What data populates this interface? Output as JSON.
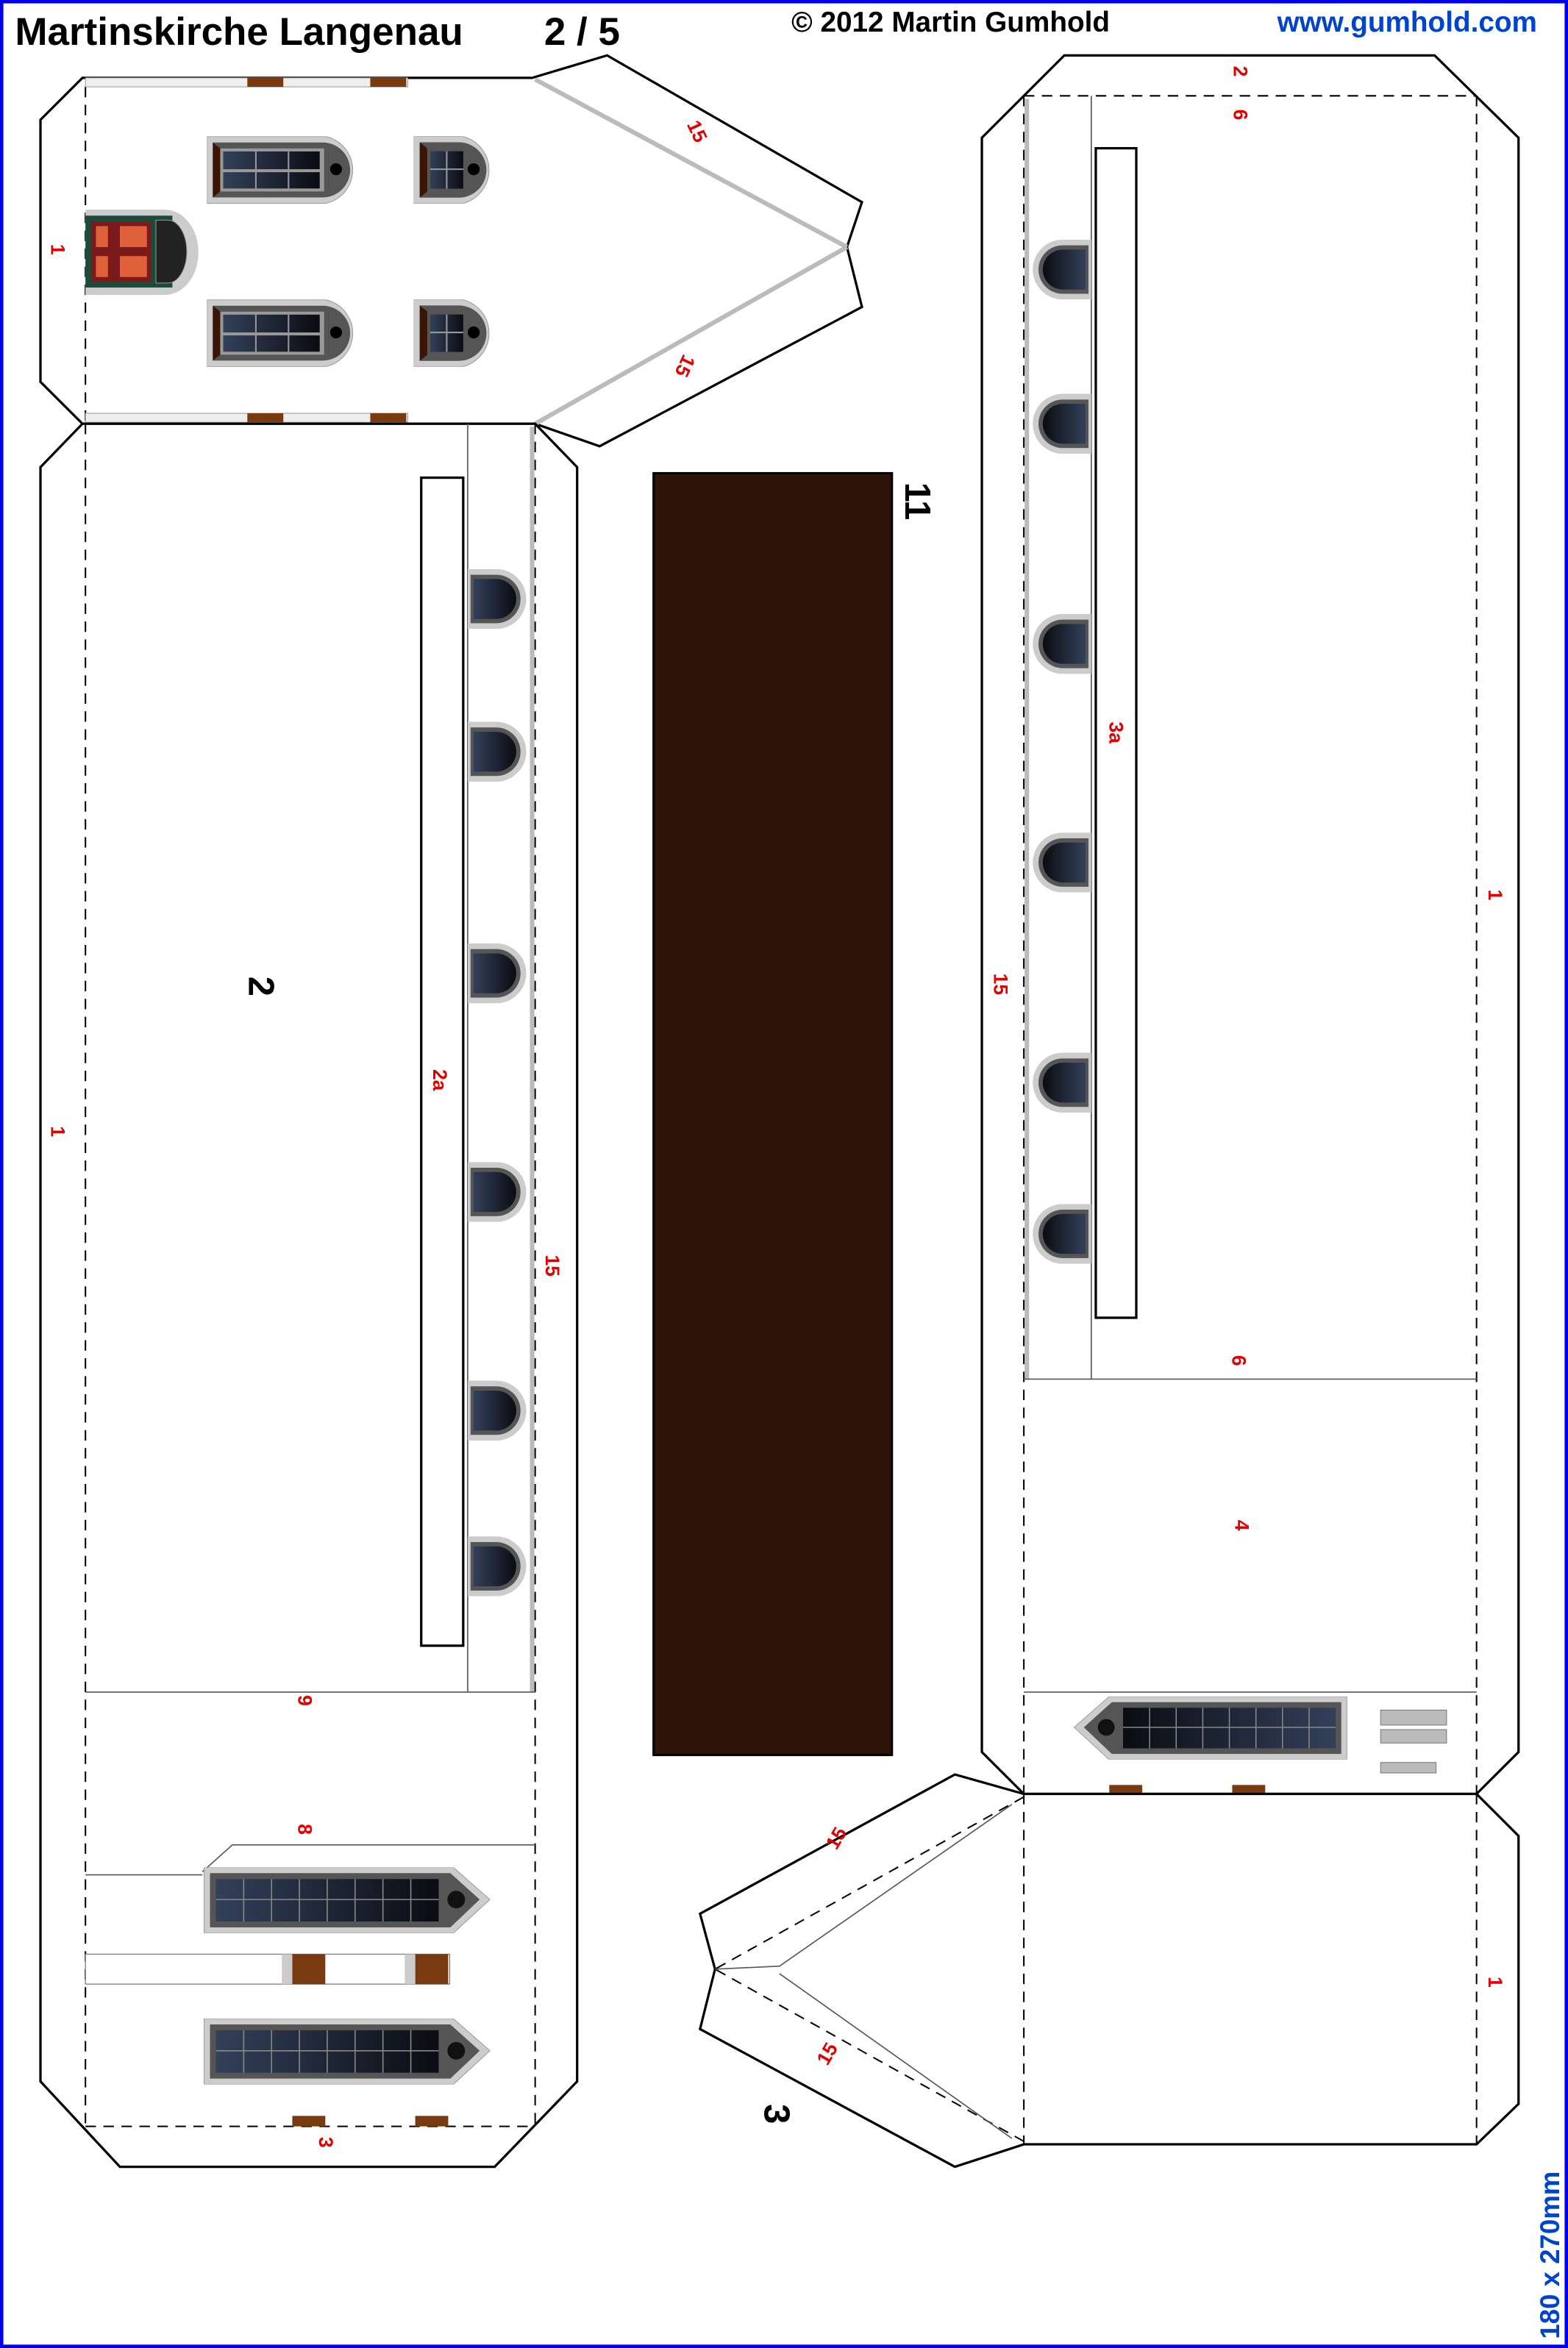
{
  "header": {
    "title": "Martinskirche Langenau",
    "page": "2 / 5",
    "copyright": "© 2012 Martin Gumhold",
    "website": "www.gumhold.com"
  },
  "footer": {
    "dimensions": "180 x 270mm"
  },
  "parts": {
    "p2": "2",
    "p3": "3",
    "p11": "11"
  },
  "labels": [
    "1",
    "15",
    "15",
    "1",
    "2a",
    "15",
    "9",
    "8",
    "3",
    "2",
    "6",
    "3a",
    "15",
    "1",
    "6",
    "4",
    "15",
    "15",
    "1"
  ],
  "colors": {
    "border": "#0000ee",
    "link": "#0044cc",
    "label": "#e00000",
    "roof": "#2e1408",
    "trim": "#7a3a10"
  }
}
